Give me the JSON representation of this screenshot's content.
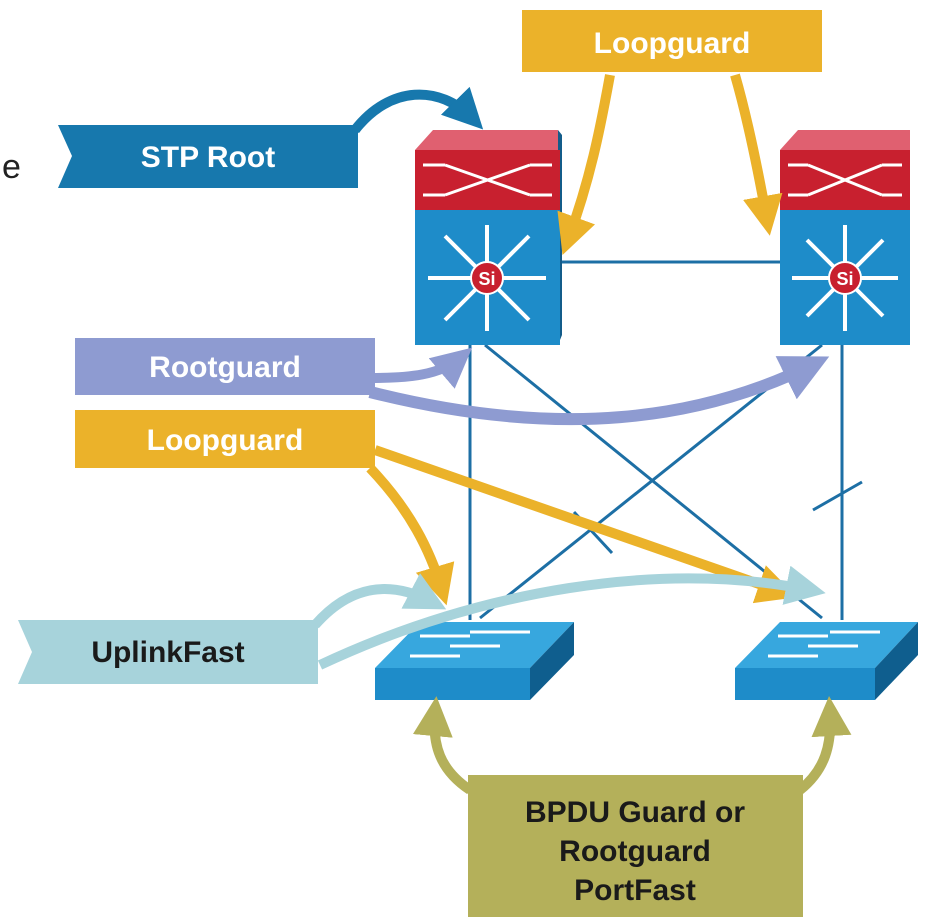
{
  "fragment": "e",
  "labels": {
    "loopguard_top": "Loopguard",
    "stp_root": "STP Root",
    "rootguard": "Rootguard",
    "loopguard_mid": "Loopguard",
    "uplinkfast": "UplinkFast",
    "bpdu_line1": "BPDU Guard or",
    "bpdu_line2": "Rootguard",
    "bpdu_line3": "PortFast"
  },
  "switch_badge": "Si",
  "colors": {
    "stp_root": "#1778AD",
    "rootguard": "#8E9BD1",
    "loopguard": "#EBB22A",
    "uplinkfast": "#A7D3DB",
    "bpdu": "#B4B05A",
    "switch_blue": "#1E8CC9",
    "switch_red": "#C8202F",
    "link": "#1D6FA5"
  },
  "icons": [
    "multilayer-switch-icon",
    "access-switch-icon",
    "blocked-port-mark"
  ]
}
